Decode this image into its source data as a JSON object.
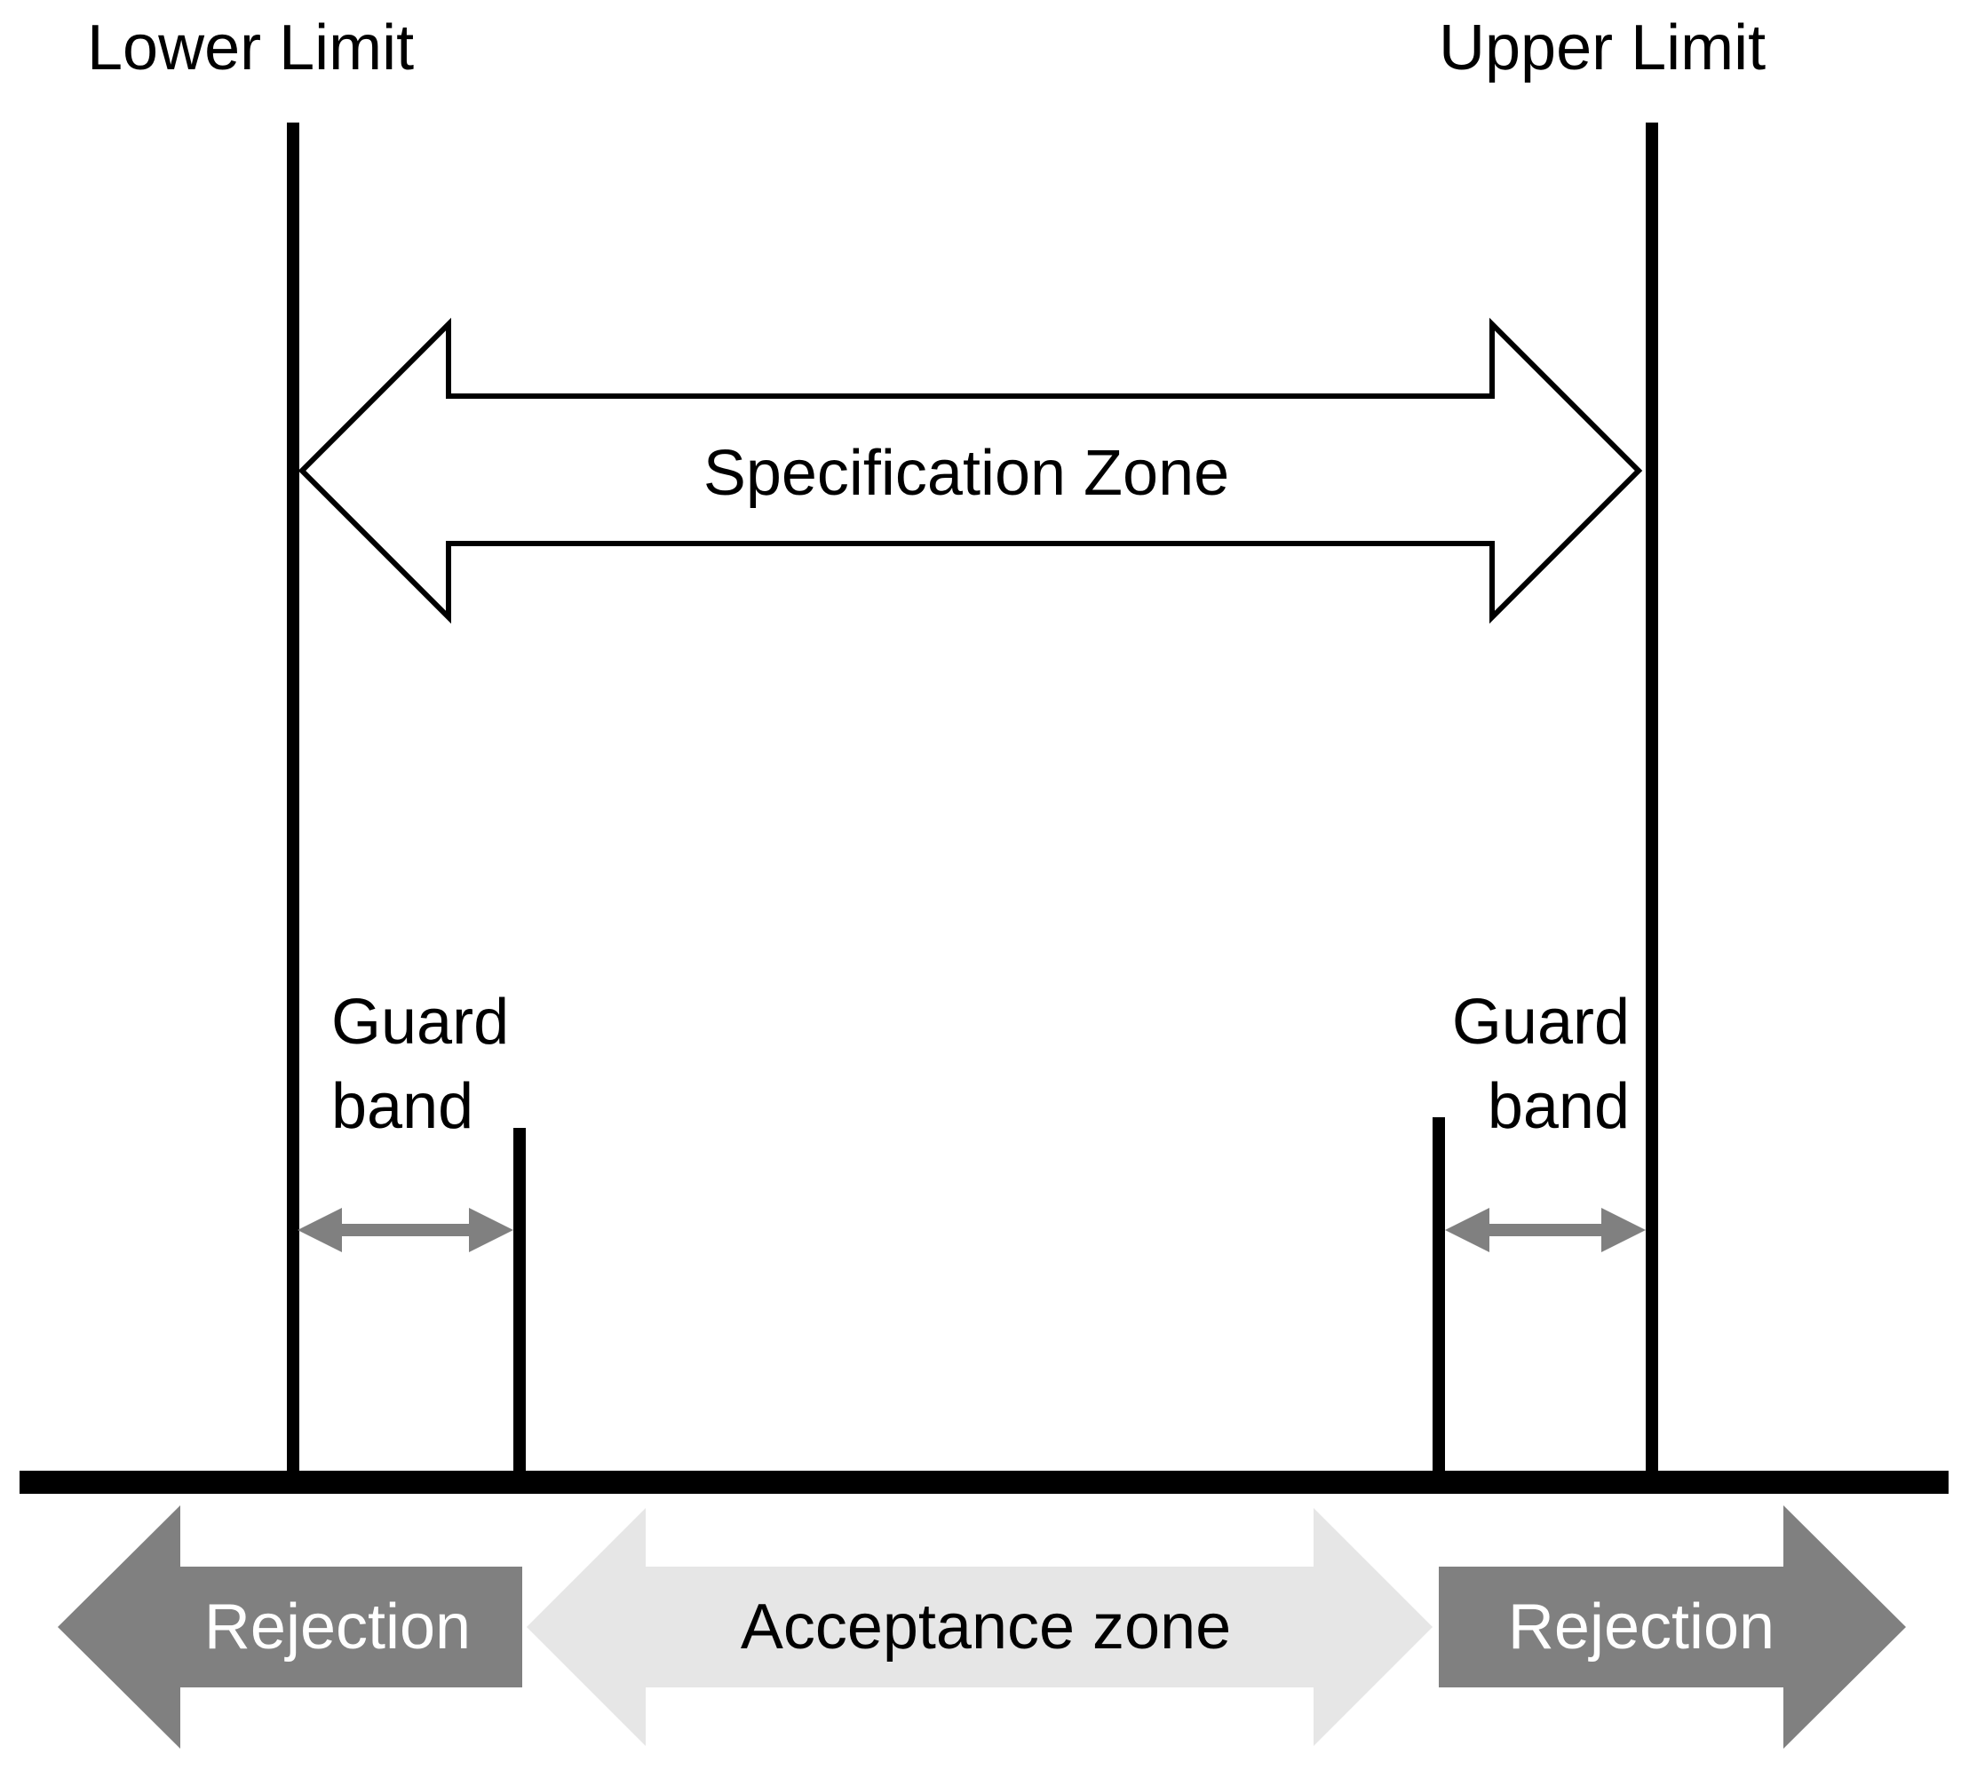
{
  "labels": {
    "lower_limit": "Lower Limit",
    "upper_limit": "Upper Limit",
    "specification_zone": "Specification Zone",
    "guard_band_left_line1": "Guard",
    "guard_band_left_line2": "band",
    "guard_band_right_line1": "Guard",
    "guard_band_right_line2": "band",
    "rejection_left": "Rejection",
    "acceptance_zone": "Acceptance zone",
    "rejection_right": "Rejection"
  },
  "colors": {
    "line": "#000000",
    "guard_arrow": "#808080",
    "rejection_fill": "#808080",
    "acceptance_fill": "#e6e6e6",
    "rejection_text": "#ffffff",
    "text": "#000000"
  }
}
